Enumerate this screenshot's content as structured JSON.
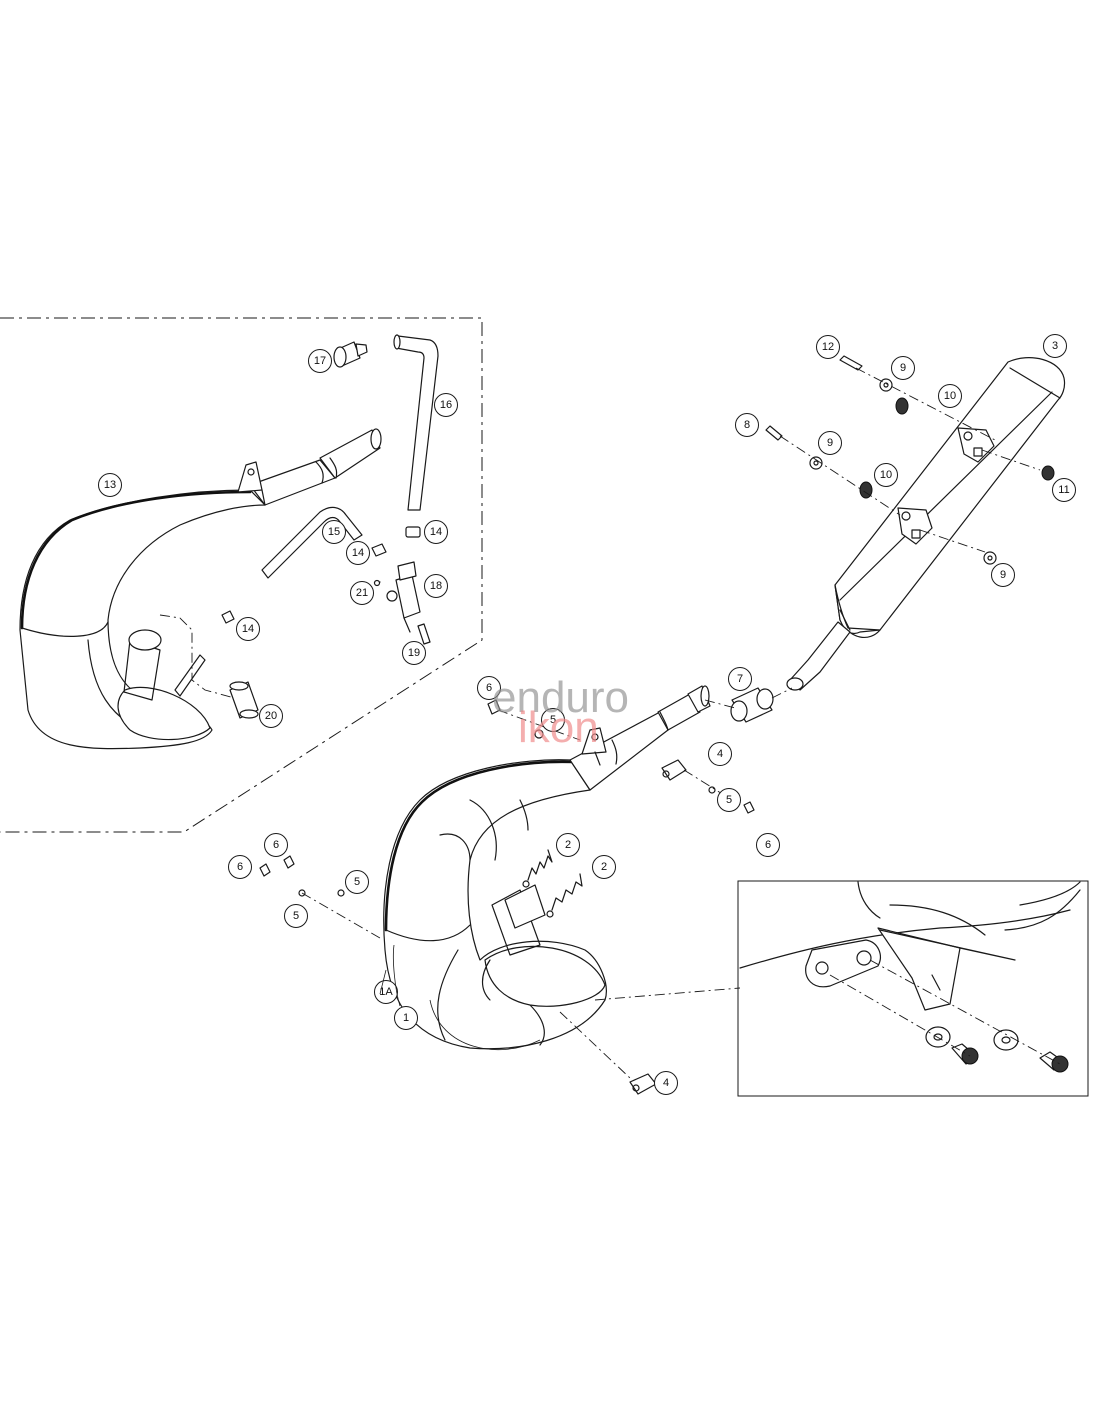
{
  "callouts": [
    {
      "id": "c-17",
      "label": "17"
    },
    {
      "id": "c-16",
      "label": "16"
    },
    {
      "id": "c-13",
      "label": "13"
    },
    {
      "id": "c-15",
      "label": "15"
    },
    {
      "id": "c-14a",
      "label": "14"
    },
    {
      "id": "c-14b",
      "label": "14"
    },
    {
      "id": "c-21",
      "label": "21"
    },
    {
      "id": "c-18",
      "label": "18"
    },
    {
      "id": "c-14c",
      "label": "14"
    },
    {
      "id": "c-19",
      "label": "19"
    },
    {
      "id": "c-20",
      "label": "20"
    },
    {
      "id": "c-12",
      "label": "12"
    },
    {
      "id": "c-3",
      "label": "3"
    },
    {
      "id": "c-9a",
      "label": "9"
    },
    {
      "id": "c-10a",
      "label": "10"
    },
    {
      "id": "c-8",
      "label": "8"
    },
    {
      "id": "c-9b",
      "label": "9"
    },
    {
      "id": "c-11",
      "label": "11"
    },
    {
      "id": "c-10b",
      "label": "10"
    },
    {
      "id": "c-9c",
      "label": "9"
    },
    {
      "id": "c-7",
      "label": "7"
    },
    {
      "id": "c-6a",
      "label": "6"
    },
    {
      "id": "c-5a",
      "label": "5"
    },
    {
      "id": "c-4a",
      "label": "4"
    },
    {
      "id": "c-5b",
      "label": "5"
    },
    {
      "id": "c-6b",
      "label": "6"
    },
    {
      "id": "c-6c",
      "label": "6"
    },
    {
      "id": "c-6d",
      "label": "6"
    },
    {
      "id": "c-5c",
      "label": "5"
    },
    {
      "id": "c-5d",
      "label": "5"
    },
    {
      "id": "c-2a",
      "label": "2"
    },
    {
      "id": "c-2b",
      "label": "2"
    },
    {
      "id": "c-1a",
      "label": "1A"
    },
    {
      "id": "c-1",
      "label": "1"
    },
    {
      "id": "c-4b",
      "label": "4"
    }
  ],
  "watermark": {
    "line1": "enduro",
    "line2": "ikon",
    "line1_color": "#8f8f8f",
    "line2_color": "#f08c8c"
  },
  "colors": {
    "line": "#1a1a1a",
    "background": "#ffffff"
  }
}
